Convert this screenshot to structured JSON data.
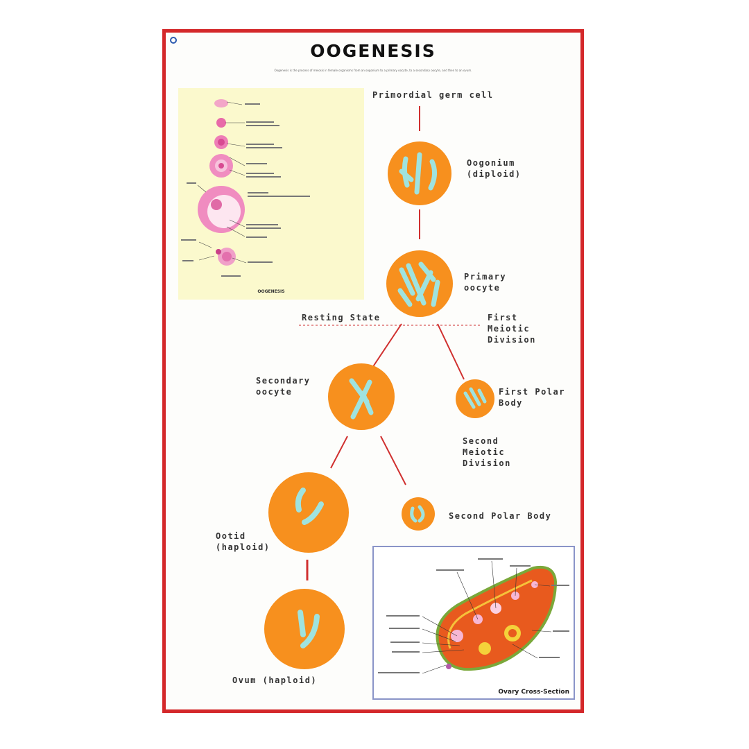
{
  "header": {
    "title": "OOGENESIS",
    "subtitle": "Oogenesis is the process of meiosis in female organisms from an oogonium to a primary oocyte, to a secondary oocyte, and then to an ovum."
  },
  "stages": {
    "primordial": "Primordial germ cell",
    "oogonium": "Oogonium\n(diploid)",
    "primary_oocyte": "Primary\noocyte",
    "resting_state": "Resting State",
    "first_meiotic": "First\nMeiotic\nDivision",
    "secondary_oocyte": "Secondary\noocyte",
    "first_polar": "First Polar\nBody",
    "second_meiotic": "Second\nMeiotic\nDivision",
    "ootid": "Ootid\n(haploid)",
    "second_polar": "Second Polar Body",
    "ovum": "Ovum (haploid)"
  },
  "insets": {
    "stages_caption": "OOGENESIS",
    "ovary_caption": "Ovary Cross-Section"
  },
  "colors": {
    "border": "#d4282a",
    "cell": "#f7901e",
    "chromosome": "#9fe3df",
    "arrow": "#d0302f",
    "inset_bg": "#fbf9cd"
  }
}
